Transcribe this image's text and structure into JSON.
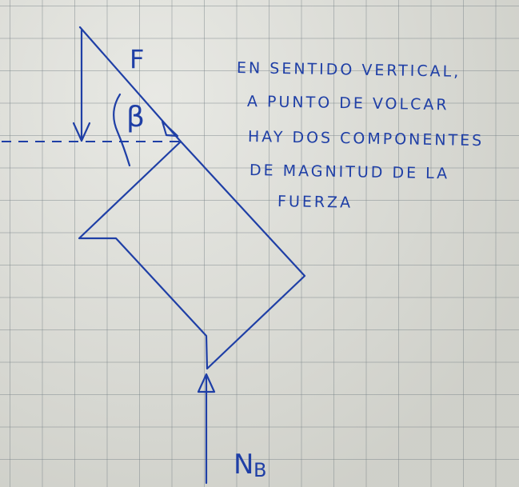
{
  "labels": {
    "force": "F",
    "angle": "β",
    "normal_main": "N",
    "normal_sub": "B"
  },
  "note": {
    "lines": [
      "EN SENTIDO VERTICAL,",
      "A PUNTO DE VOLCAR",
      "HAY DOS COMPONENTES",
      "DE MAGNITUD DE LA",
      "FUERZA"
    ]
  },
  "colors": {
    "ink": "#1f3fa6",
    "paper": "#dcddd6",
    "grid": "#7a8287"
  }
}
